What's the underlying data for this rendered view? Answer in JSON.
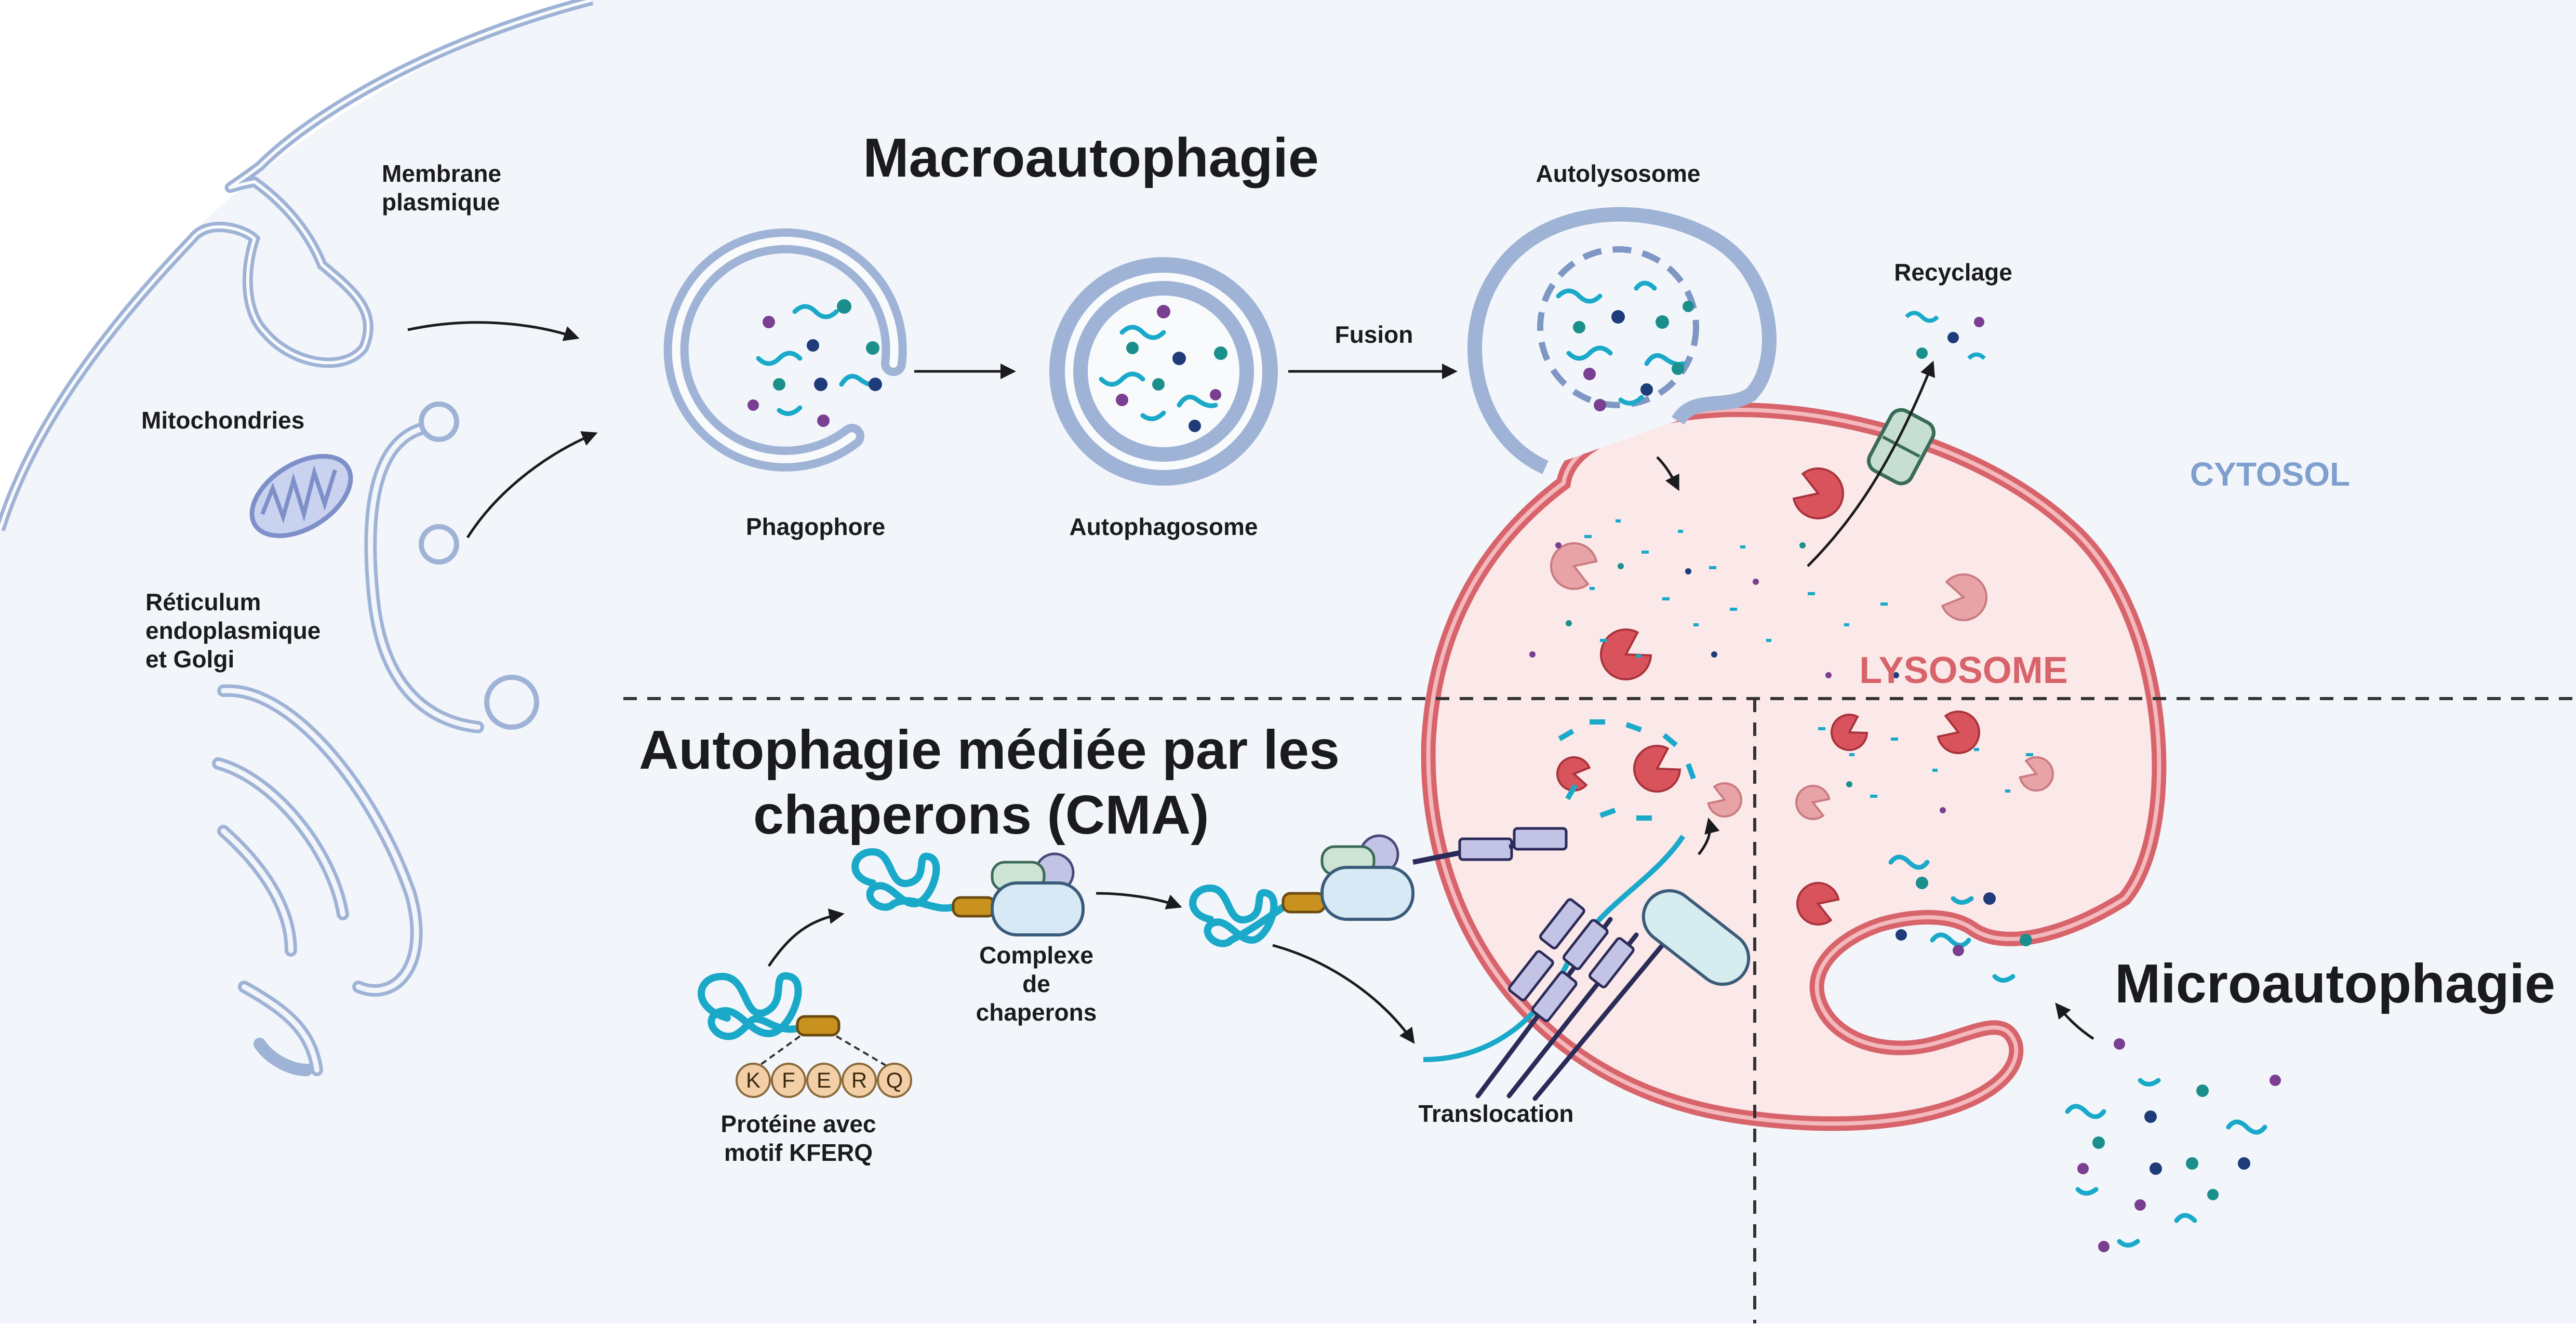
{
  "titles": {
    "macro": "Macroautophagie",
    "cma_line1": "Autophagie médiée par les",
    "cma_line2": "chaperons (CMA)",
    "micro": "Microautophagie"
  },
  "regions": {
    "cytosol": "CYTOSOL",
    "lysosome": "LYSOSOME"
  },
  "labels": {
    "membrane_line1": "Membrane",
    "membrane_line2": "plasmique",
    "mitochondries": "Mitochondries",
    "er_line1": "Réticulum",
    "er_line2": "endoplasmique",
    "er_line3": "et Golgi",
    "phagophore": "Phagophore",
    "autophagosome": "Autophagosome",
    "fusion": "Fusion",
    "autolysosome": "Autolysosome",
    "recyclage": "Recyclage",
    "complexe_line1": "Complexe",
    "complexe_line2": "de",
    "complexe_line3": "chaperons",
    "proteine_line1": "Protéine avec",
    "proteine_line2": "motif KFERQ",
    "translocation": "Translocation"
  },
  "motif_letters": [
    "K",
    "F",
    "E",
    "R",
    "Q"
  ],
  "colors": {
    "cytosol_bg": "#f2f6fb",
    "membrane": "#9fb3d6",
    "membrane_dark": "#7f97c4",
    "lysosome_membrane": "#d8646b",
    "lysosome_fill": "#fbe8e8",
    "enzyme": "#d8535c",
    "enzyme_light": "#e7a3a6",
    "protein": "#1aa9c9",
    "tag": "#c9921e",
    "motif": "#f3cfa7",
    "receptor": "#c3c3e6"
  }
}
